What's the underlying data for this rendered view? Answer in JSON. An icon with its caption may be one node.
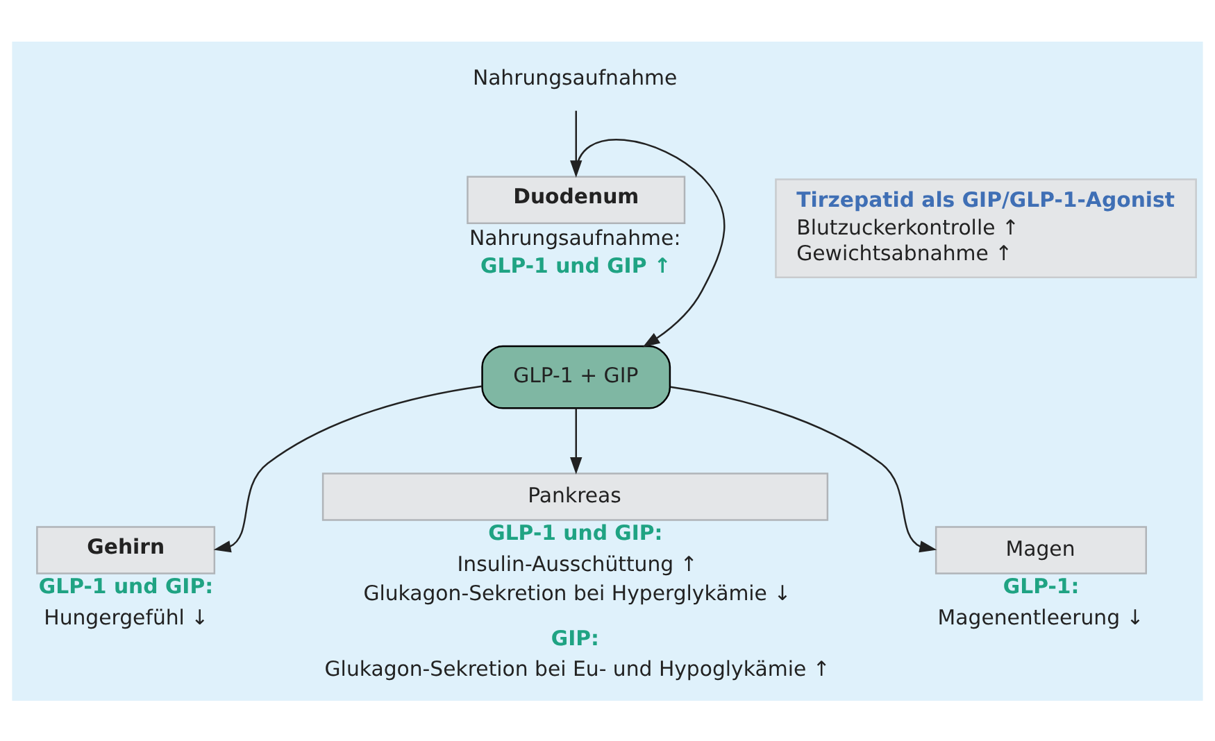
{
  "diagram": {
    "nodes": [
      {
        "text": [
          "Nahrungsaufnahme"
        ]
      },
      {
        "text": [
          "Duodenum"
        ],
        "beside": [
          "Nahrungsaufnahme:",
          "GLP-1 und GIP ↑"
        ]
      },
      {
        "text": [
          "GLP-1 + GIP"
        ]
      },
      {
        "text": [
          "Gehirn"
        ],
        "beside": [
          "GLP-1 und GIP:",
          "Hungergefühl ↓"
        ]
      },
      {
        "text": [
          "Pankreas"
        ],
        "beside": [
          "GLP-1 und GIP:",
          "Insulin-Ausschüttung ↑",
          "Glukagon-Sekretion bei Hyperglykämie ↓",
          "GIP:",
          "Glukagon-Sekretion bei Eu- und Hypoglykämie ↑"
        ]
      },
      {
        "text": [
          "Magen"
        ],
        "beside": [
          "GLP-1:",
          "Magenentleerung ↓"
        ]
      },
      {
        "text": [
          "Tirzepatid als GIP/GLP-1-Agonist",
          "Blutzuckerkontrolle ↑",
          "Gewichtsabnahme ↑"
        ]
      }
    ],
    "edges": [
      {
        "from": 0,
        "to": 1,
        "arrow": "to"
      },
      {
        "from": 1,
        "to": 2,
        "arrow": "to"
      },
      {
        "from": 2,
        "to": 3,
        "arrow": "to"
      },
      {
        "from": 2,
        "to": 4,
        "arrow": "to"
      },
      {
        "from": 2,
        "to": 5,
        "arrow": "to"
      }
    ]
  }
}
